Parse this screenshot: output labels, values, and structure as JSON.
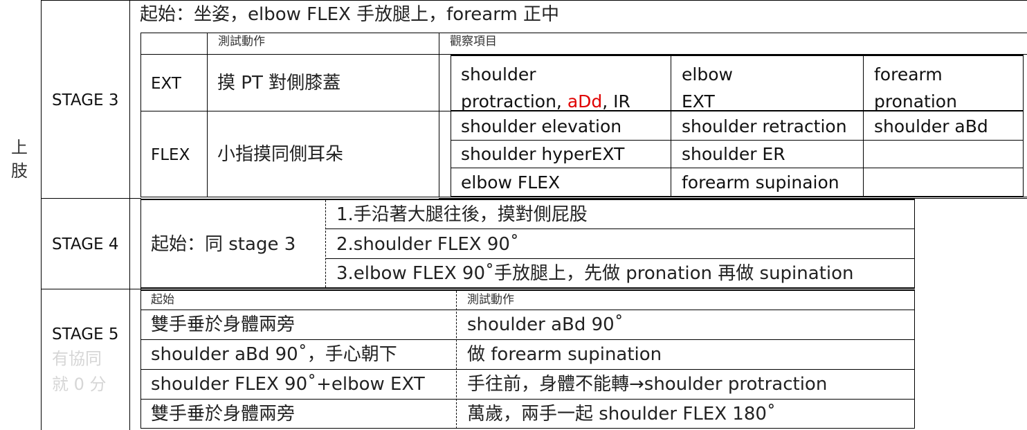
{
  "section_label": "上肢",
  "stage3": {
    "label": "STAGE 3",
    "start": "起始：坐姿，elbow FLEX 手放腿上，forearm 正中",
    "header_test": "測試動作",
    "header_observe": "觀察項目",
    "rows": [
      {
        "type": "EXT",
        "action": "摸 PT 對側膝蓋",
        "observe": [
          {
            "line1": "shoulder",
            "line2_pre": "protraction, ",
            "line2_red": "aDd",
            "line2_post": ", IR"
          },
          {
            "line1": "elbow",
            "line2": "EXT"
          },
          {
            "line1": "forearm",
            "line2": "pronation"
          }
        ]
      },
      {
        "type": "FLEX",
        "action": "小指摸同側耳朵",
        "observe": [
          [
            "shoulder elevation",
            "shoulder retraction",
            "shoulder aBd"
          ],
          [
            "shoulder hyperEXT",
            "shoulder ER",
            ""
          ],
          [
            "elbow FLEX",
            "forearm supinaion",
            ""
          ]
        ]
      }
    ]
  },
  "stage4": {
    "label": "STAGE 4",
    "start": "起始：同 stage 3",
    "steps": [
      "1.手沿著大腿往後，摸對側屁股",
      "2.shoulder FLEX 90˚",
      "3.elbow FLEX 90˚手放腿上，先做 pronation 再做 supination"
    ]
  },
  "stage5": {
    "label": "STAGE 5",
    "note_line1": "有協同",
    "note_line2": "就 0 分",
    "header_start": "起始",
    "header_test": "測試動作",
    "rows": [
      {
        "start": "雙手垂於身體兩旁",
        "test": "shoulder aBd 90˚"
      },
      {
        "start": "shoulder aBd 90˚，手心朝下",
        "test": "做 forearm supination"
      },
      {
        "start": "shoulder FLEX 90˚+elbow EXT",
        "test": "手往前，身體不能轉→shoulder protraction"
      },
      {
        "start": "雙手垂於身體兩旁",
        "test": "萬歲，兩手一起 shoulder FLEX 180˚"
      }
    ]
  },
  "colors": {
    "red_text": "#e00000",
    "grey_note": "#d6d6d6"
  }
}
